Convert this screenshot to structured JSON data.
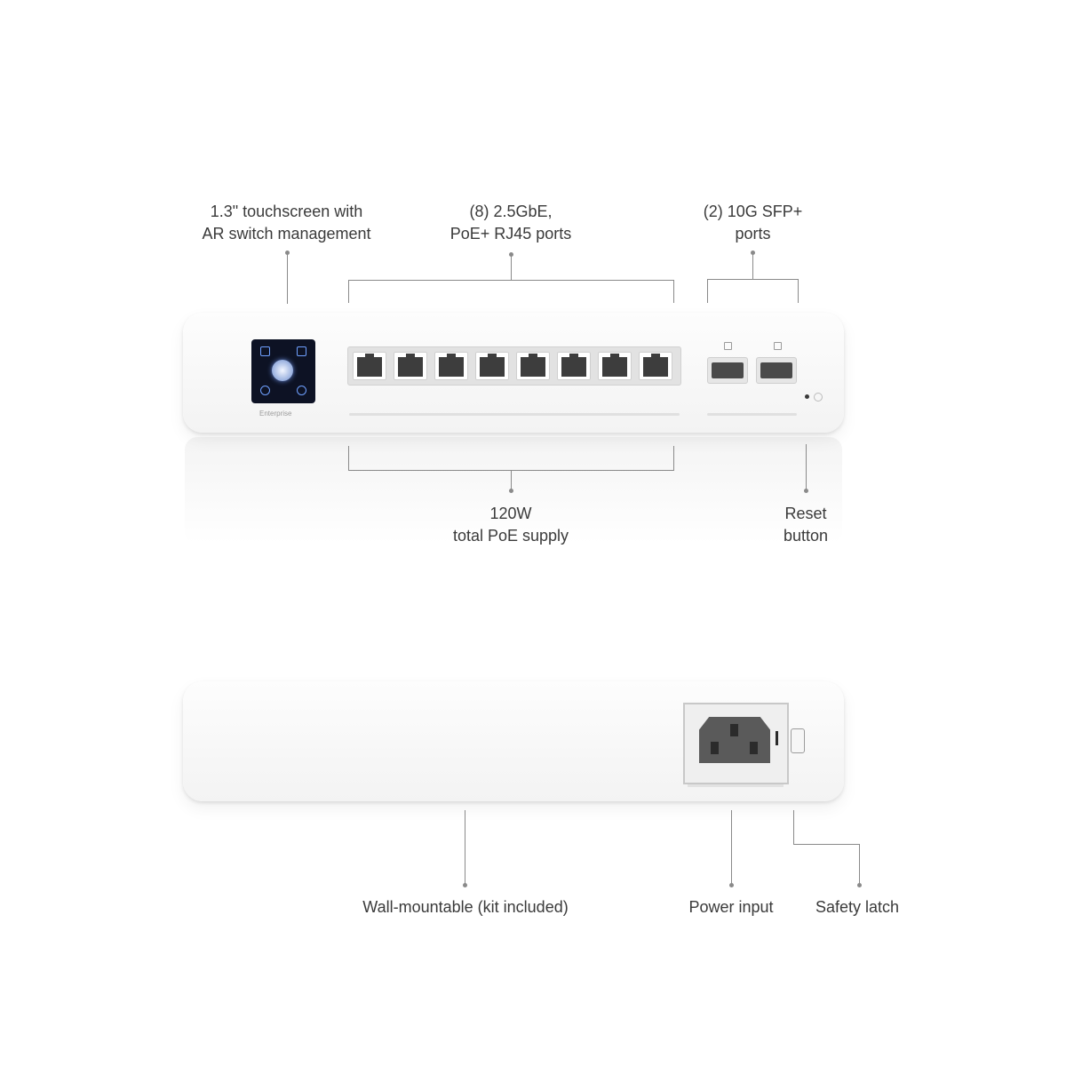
{
  "front_view": {
    "callouts": {
      "touchscreen": [
        "1.3\" touchscreen with",
        "AR switch management"
      ],
      "rj45_ports": [
        "(8) 2.5GbE,",
        "PoE+ RJ45 ports"
      ],
      "sfp_ports": [
        "(2) 10G SFP+",
        "ports"
      ],
      "poe_supply": [
        "120W",
        "total PoE supply"
      ],
      "reset": [
        "Reset",
        "button"
      ]
    },
    "device": {
      "brand_label": "Enterprise",
      "rj45_port_count": 8,
      "sfp_port_count": 2
    }
  },
  "rear_view": {
    "callouts": {
      "wall_mount": "Wall-mountable (kit included)",
      "power_input": "Power input",
      "safety_latch": "Safety latch"
    }
  }
}
